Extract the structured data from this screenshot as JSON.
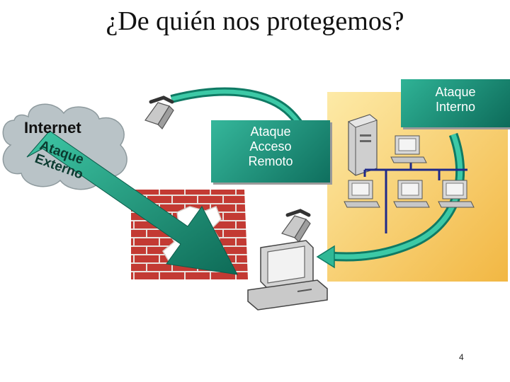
{
  "slide": {
    "title": "¿De quién nos protegemos?",
    "page_number": "4"
  },
  "diagram": {
    "internet_label": "Internet",
    "external_attack": {
      "line1": "Ataque",
      "line2": "Externo"
    },
    "remote_attack": {
      "line1": "Ataque",
      "line2": "Acceso",
      "line3": "Remoto"
    },
    "internal_attack": {
      "line1": "Ataque",
      "line2": "Interno"
    }
  },
  "colors": {
    "accent_green": "#1c9a7f",
    "firewall_brick": "#c0302c",
    "lan_panel": "#f6c766",
    "cloud": "#b9c3c7"
  },
  "icons": [
    "cloud-icon",
    "telephone-icon",
    "firewall-icon",
    "server-icon",
    "workstation-icon",
    "arrow-icon"
  ]
}
